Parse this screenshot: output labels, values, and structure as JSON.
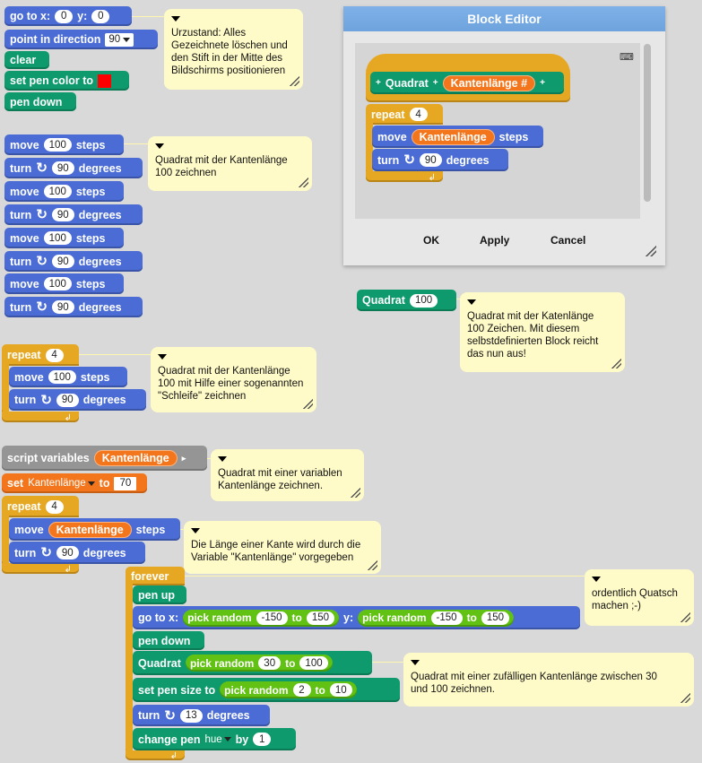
{
  "script1": {
    "goto_label": "go to x:",
    "goto_x": "0",
    "goto_y_label": "y:",
    "goto_y": "0",
    "point_label": "point in direction",
    "point_val": "90",
    "clear_label": "clear",
    "set_pen_color_label": "set pen color to",
    "pen_color": "#ff0000",
    "pen_down_label": "pen down"
  },
  "note1": "Urzustand: Alles\nGezeichnete löschen und\nden Stift in der Mitte des\nBildschirms positionieren",
  "script2": {
    "move_label": "move",
    "move_val": "100",
    "steps_label": "steps",
    "turn_label": "turn",
    "turn_val": "90",
    "degrees_label": "degrees"
  },
  "note2": "Quadrat mit der Kantenlänge\n100 zeichnen",
  "script3": {
    "repeat_label": "repeat",
    "repeat_val": "4"
  },
  "note3": "Quadrat mit der Kantenlänge\n100 mit Hilfe einer sogenannten\n\"Schleife\" zeichnen",
  "editor": {
    "title": "Block Editor",
    "hat_name": "Quadrat",
    "param": "Kantenlänge #",
    "repeat_val": "4",
    "move_var": "Kantenlänge",
    "turn_val": "90",
    "ok": "OK",
    "apply": "Apply",
    "cancel": "Cancel",
    "kbd_icon": "keyboard-icon"
  },
  "quadrat_block": {
    "label": "Quadrat",
    "value": "100"
  },
  "note4": "Quadrat mit der Katenlänge\n100 Zeichen. Mit diesem\nselbstdefinierten Block reicht\ndas nun aus!",
  "script4": {
    "script_vars_label": "script variables",
    "var_name": "Kantenlänge",
    "set_label": "set",
    "set_var": "Kantenlänge",
    "to_label": "to",
    "set_val": "70",
    "repeat_val": "4",
    "move_var": "Kantenlänge",
    "turn_val": "90"
  },
  "note5": "Quadrat mit einer variablen\nKantenlänge zeichnen.",
  "note6": "Die Länge einer Kante wird durch die\nVariable \"Kantenlänge\" vorgegeben",
  "script5": {
    "forever_label": "forever",
    "pen_up_label": "pen up",
    "goto_label": "go to x:",
    "pick_random_label": "pick random",
    "to_label": "to",
    "x_from": "-150",
    "x_to": "150",
    "y_label": "y:",
    "y_from": "-150",
    "y_to": "150",
    "pen_down_label": "pen down",
    "quadrat_label": "Quadrat",
    "q_from": "30",
    "q_to": "100",
    "pen_size_label": "set pen size to",
    "size_from": "2",
    "size_to": "10",
    "turn_label": "turn",
    "turn_val": "13",
    "degrees_label": "degrees",
    "change_pen_label": "change pen",
    "hue_label": "hue",
    "by_label": "by",
    "by_val": "1"
  },
  "note7": "ordentlich Quatsch\nmachen ;-)",
  "note8": "Quadrat mit einer zufälligen Kantenlänge zwischen 30\nund 100 zeichnen."
}
